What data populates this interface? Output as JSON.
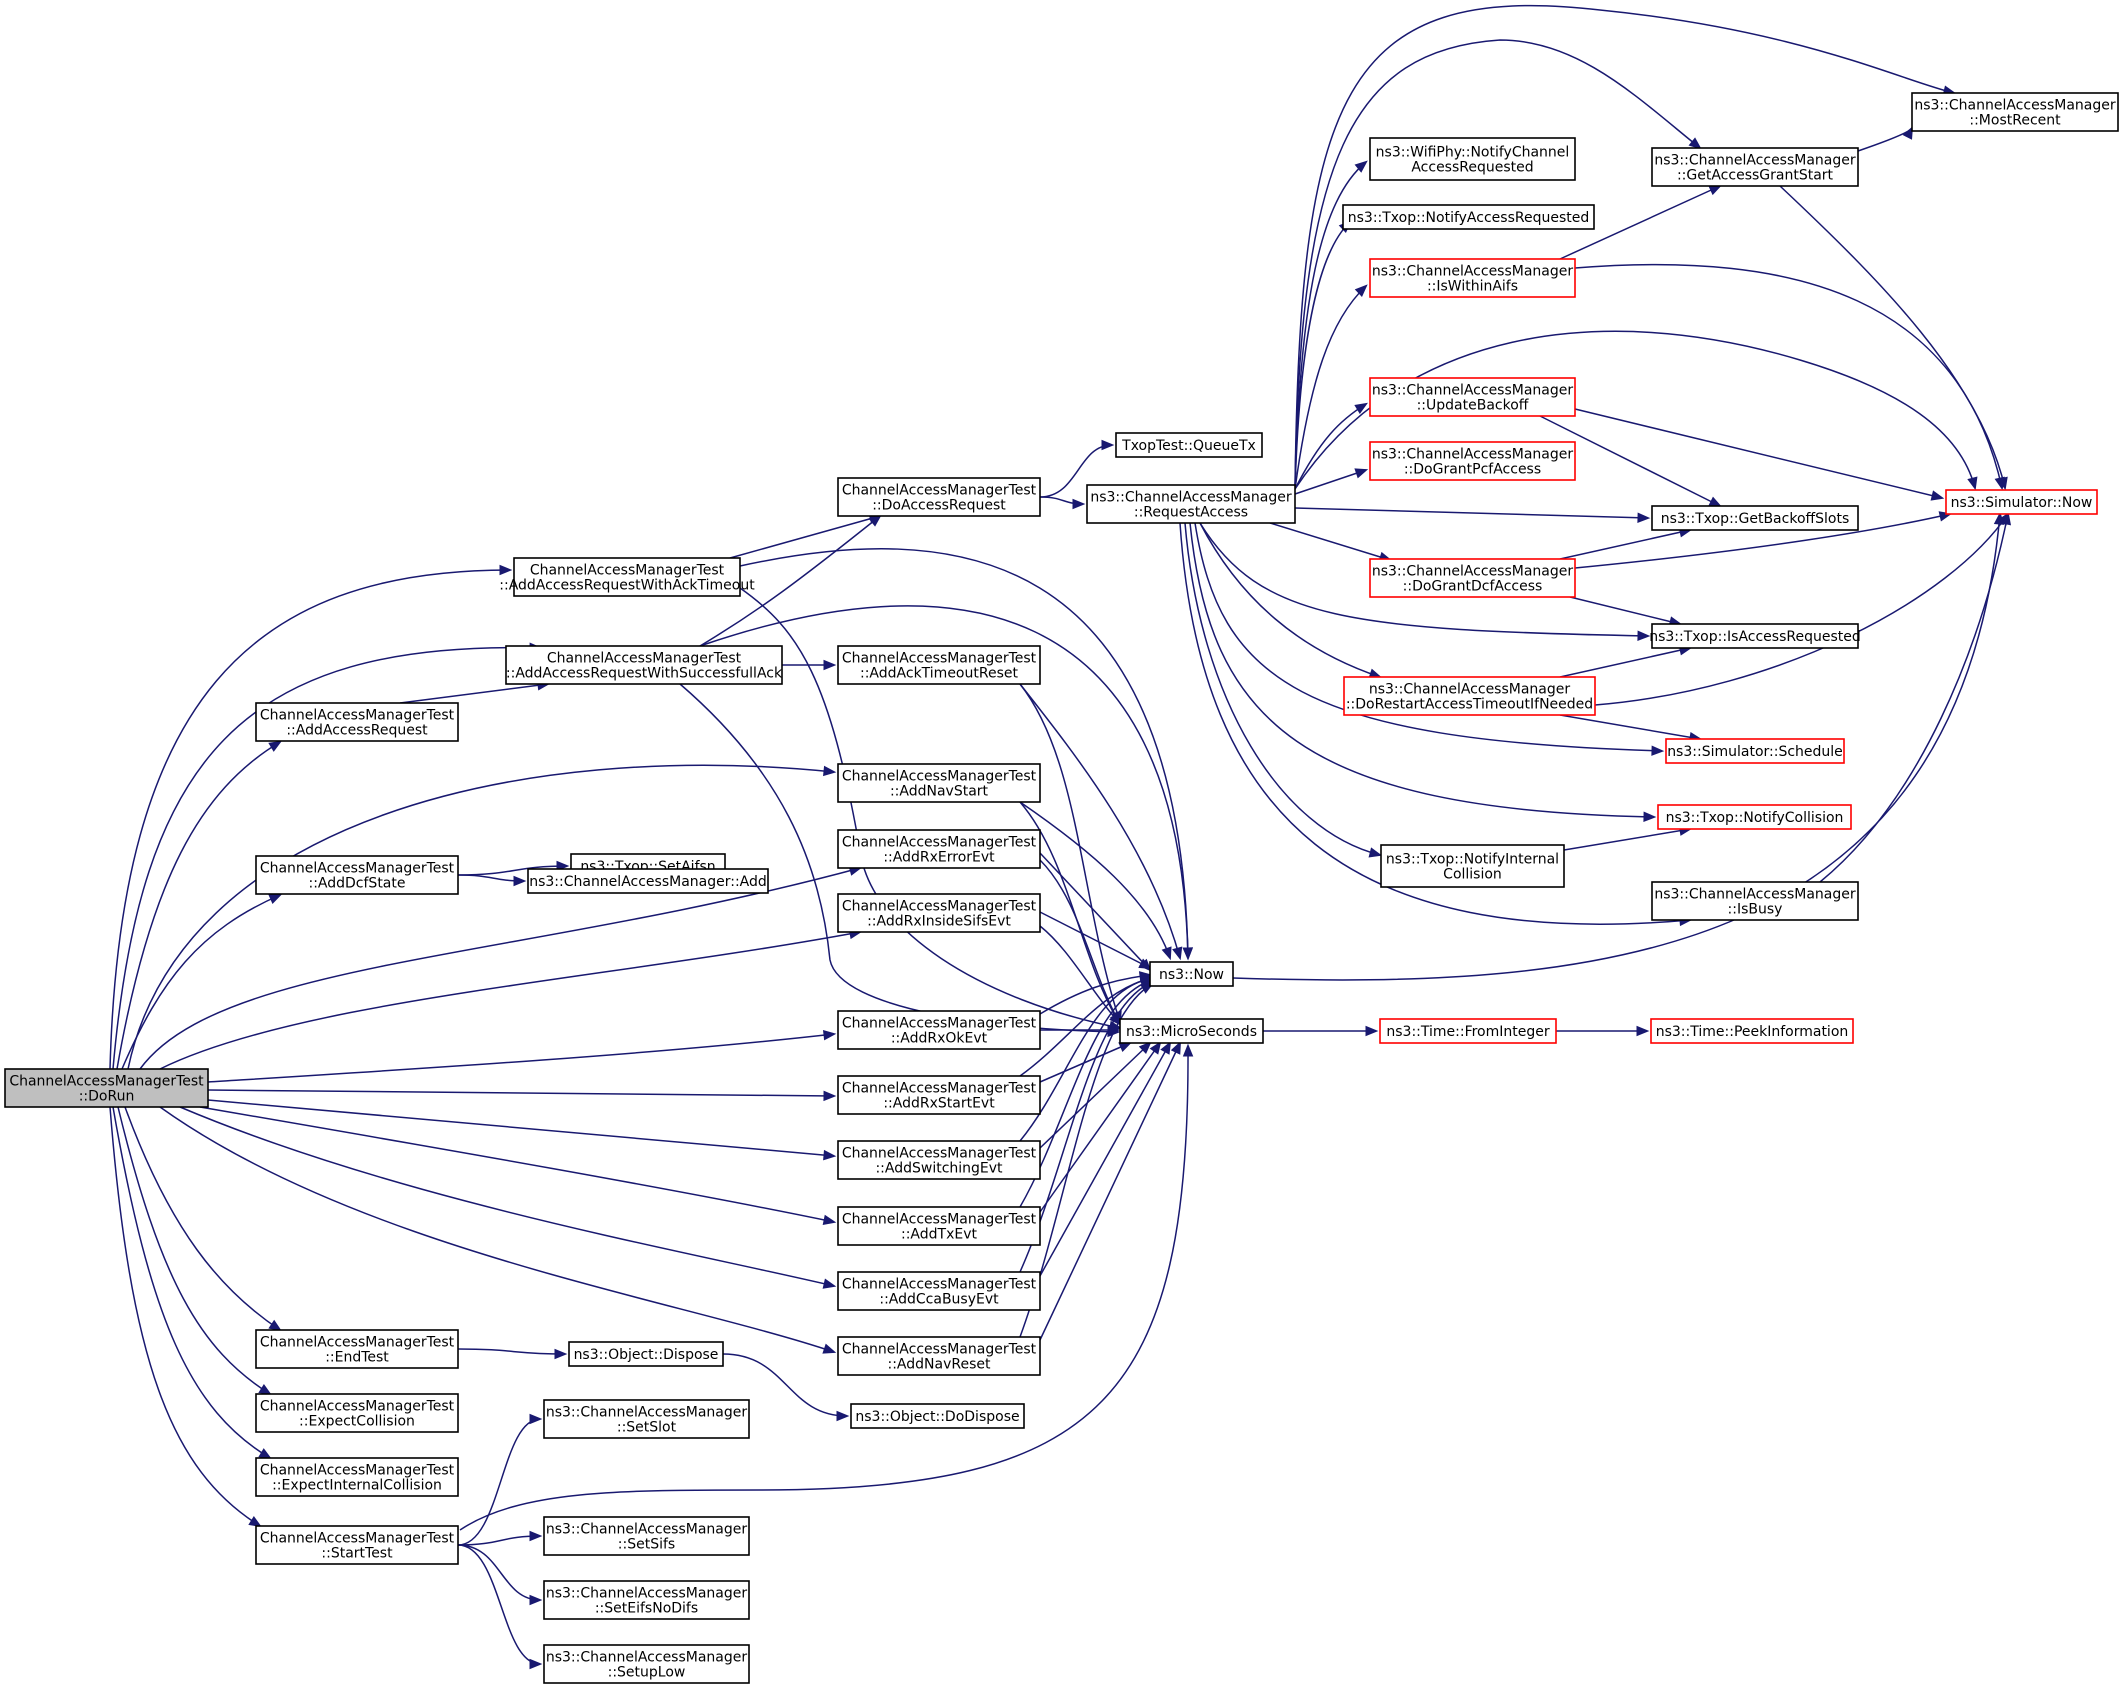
{
  "diagram": {
    "type": "call-graph",
    "edge_color": "#191970",
    "truncated_border_color": "#ff0000",
    "root_fill_color": "#bfbfbf",
    "nodes": [
      {
        "id": "dorun",
        "lines": [
          "ChannelAccessManagerTest",
          "::DoRun"
        ],
        "root": true
      },
      {
        "id": "addAccessRequestWithAckTimeout",
        "lines": [
          "ChannelAccessManagerTest",
          "::AddAccessRequestWithAckTimeout"
        ]
      },
      {
        "id": "addAccessRequestWithSuccessfullAck",
        "lines": [
          "ChannelAccessManagerTest",
          "::AddAccessRequestWithSuccessfullAck"
        ]
      },
      {
        "id": "addAccessRequest",
        "lines": [
          "ChannelAccessManagerTest",
          "::AddAccessRequest"
        ]
      },
      {
        "id": "addDcfState",
        "lines": [
          "ChannelAccessManagerTest",
          "::AddDcfState"
        ]
      },
      {
        "id": "endTest",
        "lines": [
          "ChannelAccessManagerTest",
          "::EndTest"
        ]
      },
      {
        "id": "expectCollision",
        "lines": [
          "ChannelAccessManagerTest",
          "::ExpectCollision"
        ]
      },
      {
        "id": "expectInternalCollision",
        "lines": [
          "ChannelAccessManagerTest",
          "::ExpectInternalCollision"
        ]
      },
      {
        "id": "startTest",
        "lines": [
          "ChannelAccessManagerTest",
          "::StartTest"
        ]
      },
      {
        "id": "setAifsn",
        "lines": [
          "ns3::Txop::SetAifsn"
        ]
      },
      {
        "id": "camAdd",
        "lines": [
          "ns3::ChannelAccessManager::Add"
        ]
      },
      {
        "id": "objDispose",
        "lines": [
          "ns3::Object::Dispose"
        ]
      },
      {
        "id": "objDoDispose",
        "lines": [
          "ns3::Object::DoDispose"
        ]
      },
      {
        "id": "setSlot",
        "lines": [
          "ns3::ChannelAccessManager",
          "::SetSlot"
        ]
      },
      {
        "id": "setSifs",
        "lines": [
          "ns3::ChannelAccessManager",
          "::SetSifs"
        ]
      },
      {
        "id": "setEifs",
        "lines": [
          "ns3::ChannelAccessManager",
          "::SetEifsNoDifs"
        ]
      },
      {
        "id": "setupLow",
        "lines": [
          "ns3::ChannelAccessManager",
          "::SetupLow"
        ]
      },
      {
        "id": "doAccessRequest",
        "lines": [
          "ChannelAccessManagerTest",
          "::DoAccessRequest"
        ]
      },
      {
        "id": "addAckTimeoutReset",
        "lines": [
          "ChannelAccessManagerTest",
          "::AddAckTimeoutReset"
        ]
      },
      {
        "id": "addNavStart",
        "lines": [
          "ChannelAccessManagerTest",
          "::AddNavStart"
        ]
      },
      {
        "id": "addRxErrorEvt",
        "lines": [
          "ChannelAccessManagerTest",
          "::AddRxErrorEvt"
        ]
      },
      {
        "id": "addRxInsideSifsEvt",
        "lines": [
          "ChannelAccessManagerTest",
          "::AddRxInsideSifsEvt"
        ]
      },
      {
        "id": "addRxOkEvt",
        "lines": [
          "ChannelAccessManagerTest",
          "::AddRxOkEvt"
        ]
      },
      {
        "id": "addRxStartEvt",
        "lines": [
          "ChannelAccessManagerTest",
          "::AddRxStartEvt"
        ]
      },
      {
        "id": "addSwitchingEvt",
        "lines": [
          "ChannelAccessManagerTest",
          "::AddSwitchingEvt"
        ]
      },
      {
        "id": "addTxEvt",
        "lines": [
          "ChannelAccessManagerTest",
          "::AddTxEvt"
        ]
      },
      {
        "id": "addCcaBusyEvt",
        "lines": [
          "ChannelAccessManagerTest",
          "::AddCcaBusyEvt"
        ]
      },
      {
        "id": "addNavReset",
        "lines": [
          "ChannelAccessManagerTest",
          "::AddNavReset"
        ]
      },
      {
        "id": "queueTx",
        "lines": [
          "TxopTest::QueueTx"
        ]
      },
      {
        "id": "requestAccess",
        "lines": [
          "ns3::ChannelAccessManager",
          "::RequestAccess"
        ]
      },
      {
        "id": "now",
        "lines": [
          "ns3::Now"
        ]
      },
      {
        "id": "microSeconds",
        "lines": [
          "ns3::MicroSeconds"
        ]
      },
      {
        "id": "fromInteger",
        "lines": [
          "ns3::Time::FromInteger"
        ],
        "truncated": true
      },
      {
        "id": "peekInformation",
        "lines": [
          "ns3::Time::PeekInformation"
        ],
        "truncated": true
      },
      {
        "id": "notifyChannelAccessRequested",
        "lines": [
          "ns3::WifiPhy::NotifyChannel",
          "AccessRequested"
        ]
      },
      {
        "id": "notifyAccessRequested",
        "lines": [
          "ns3::Txop::NotifyAccessRequested"
        ]
      },
      {
        "id": "isWithinAifs",
        "lines": [
          "ns3::ChannelAccessManager",
          "::IsWithinAifs"
        ],
        "truncated": true
      },
      {
        "id": "updateBackoff",
        "lines": [
          "ns3::ChannelAccessManager",
          "::UpdateBackoff"
        ],
        "truncated": true
      },
      {
        "id": "doGrantPcfAccess",
        "lines": [
          "ns3::ChannelAccessManager",
          "::DoGrantPcfAccess"
        ],
        "truncated": true
      },
      {
        "id": "doGrantDcfAccess",
        "lines": [
          "ns3::ChannelAccessManager",
          "::DoGrantDcfAccess"
        ],
        "truncated": true
      },
      {
        "id": "doRestartAccessTimeout",
        "lines": [
          "ns3::ChannelAccessManager",
          "::DoRestartAccessTimeoutIfNeeded"
        ],
        "truncated": true
      },
      {
        "id": "notifyInternalCollision",
        "lines": [
          "ns3::Txop::NotifyInternal",
          "Collision"
        ]
      },
      {
        "id": "mostRecent",
        "lines": [
          "ns3::ChannelAccessManager",
          "::MostRecent"
        ]
      },
      {
        "id": "getAccessGrantStart",
        "lines": [
          "ns3::ChannelAccessManager",
          "::GetAccessGrantStart"
        ]
      },
      {
        "id": "getBackoffSlots",
        "lines": [
          "ns3::Txop::GetBackoffSlots"
        ]
      },
      {
        "id": "isAccessRequested",
        "lines": [
          "ns3::Txop::IsAccessRequested"
        ]
      },
      {
        "id": "simSchedule",
        "lines": [
          "ns3::Simulator::Schedule"
        ],
        "truncated": true
      },
      {
        "id": "notifyCollision",
        "lines": [
          "ns3::Txop::NotifyCollision"
        ],
        "truncated": true
      },
      {
        "id": "isBusy",
        "lines": [
          "ns3::ChannelAccessManager",
          "::IsBusy"
        ]
      },
      {
        "id": "simNow",
        "lines": [
          "ns3::Simulator::Now"
        ],
        "truncated": true
      }
    ],
    "edges": [
      [
        "dorun",
        "addAccessRequestWithAckTimeout"
      ],
      [
        "dorun",
        "addAccessRequestWithSuccessfullAck"
      ],
      [
        "dorun",
        "addAccessRequest"
      ],
      [
        "dorun",
        "addDcfState"
      ],
      [
        "dorun",
        "addNavStart"
      ],
      [
        "dorun",
        "addRxErrorEvt"
      ],
      [
        "dorun",
        "addRxInsideSifsEvt"
      ],
      [
        "dorun",
        "addRxOkEvt"
      ],
      [
        "dorun",
        "addRxStartEvt"
      ],
      [
        "dorun",
        "addSwitchingEvt"
      ],
      [
        "dorun",
        "addTxEvt"
      ],
      [
        "dorun",
        "addCcaBusyEvt"
      ],
      [
        "dorun",
        "addNavReset"
      ],
      [
        "dorun",
        "endTest"
      ],
      [
        "dorun",
        "expectCollision"
      ],
      [
        "dorun",
        "expectInternalCollision"
      ],
      [
        "dorun",
        "startTest"
      ],
      [
        "addAccessRequest",
        "addAccessRequestWithSuccessfullAck"
      ],
      [
        "addAccessRequestWithAckTimeout",
        "doAccessRequest"
      ],
      [
        "addAccessRequestWithAckTimeout",
        "now"
      ],
      [
        "addAccessRequestWithAckTimeout",
        "microSeconds"
      ],
      [
        "addAccessRequestWithSuccessfullAck",
        "doAccessRequest"
      ],
      [
        "addAccessRequestWithSuccessfullAck",
        "addAckTimeoutReset"
      ],
      [
        "addAccessRequestWithSuccessfullAck",
        "now"
      ],
      [
        "addAccessRequestWithSuccessfullAck",
        "microSeconds"
      ],
      [
        "addDcfState",
        "setAifsn"
      ],
      [
        "addDcfState",
        "camAdd"
      ],
      [
        "endTest",
        "objDispose"
      ],
      [
        "objDispose",
        "objDoDispose"
      ],
      [
        "startTest",
        "setSlot"
      ],
      [
        "startTest",
        "setSifs"
      ],
      [
        "startTest",
        "setEifs"
      ],
      [
        "startTest",
        "setupLow"
      ],
      [
        "startTest",
        "microSeconds"
      ],
      [
        "doAccessRequest",
        "queueTx"
      ],
      [
        "doAccessRequest",
        "requestAccess"
      ],
      [
        "addAckTimeoutReset",
        "now"
      ],
      [
        "addAckTimeoutReset",
        "microSeconds"
      ],
      [
        "addNavStart",
        "now"
      ],
      [
        "addNavStart",
        "microSeconds"
      ],
      [
        "addRxErrorEvt",
        "now"
      ],
      [
        "addRxErrorEvt",
        "microSeconds"
      ],
      [
        "addRxInsideSifsEvt",
        "now"
      ],
      [
        "addRxInsideSifsEvt",
        "microSeconds"
      ],
      [
        "addRxOkEvt",
        "now"
      ],
      [
        "addRxOkEvt",
        "microSeconds"
      ],
      [
        "addRxStartEvt",
        "now"
      ],
      [
        "addRxStartEvt",
        "microSeconds"
      ],
      [
        "addSwitchingEvt",
        "now"
      ],
      [
        "addSwitchingEvt",
        "microSeconds"
      ],
      [
        "addTxEvt",
        "now"
      ],
      [
        "addTxEvt",
        "microSeconds"
      ],
      [
        "addCcaBusyEvt",
        "now"
      ],
      [
        "addCcaBusyEvt",
        "microSeconds"
      ],
      [
        "addNavReset",
        "now"
      ],
      [
        "addNavReset",
        "microSeconds"
      ],
      [
        "now",
        "simNow"
      ],
      [
        "microSeconds",
        "fromInteger"
      ],
      [
        "fromInteger",
        "peekInformation"
      ],
      [
        "requestAccess",
        "mostRecent"
      ],
      [
        "requestAccess",
        "getAccessGrantStart"
      ],
      [
        "requestAccess",
        "notifyChannelAccessRequested"
      ],
      [
        "requestAccess",
        "notifyAccessRequested"
      ],
      [
        "requestAccess",
        "isWithinAifs"
      ],
      [
        "requestAccess",
        "simNow"
      ],
      [
        "requestAccess",
        "updateBackoff"
      ],
      [
        "requestAccess",
        "doGrantPcfAccess"
      ],
      [
        "requestAccess",
        "getBackoffSlots"
      ],
      [
        "requestAccess",
        "doGrantDcfAccess"
      ],
      [
        "requestAccess",
        "isAccessRequested"
      ],
      [
        "requestAccess",
        "doRestartAccessTimeout"
      ],
      [
        "requestAccess",
        "simSchedule"
      ],
      [
        "requestAccess",
        "notifyCollision"
      ],
      [
        "requestAccess",
        "notifyInternalCollision"
      ],
      [
        "requestAccess",
        "isBusy"
      ],
      [
        "getAccessGrantStart",
        "mostRecent"
      ],
      [
        "getAccessGrantStart",
        "simNow"
      ],
      [
        "isWithinAifs",
        "getAccessGrantStart"
      ],
      [
        "isWithinAifs",
        "simNow"
      ],
      [
        "updateBackoff",
        "getBackoffSlots"
      ],
      [
        "updateBackoff",
        "simNow"
      ],
      [
        "doGrantDcfAccess",
        "getBackoffSlots"
      ],
      [
        "doGrantDcfAccess",
        "simNow"
      ],
      [
        "doGrantDcfAccess",
        "isAccessRequested"
      ],
      [
        "doRestartAccessTimeout",
        "isAccessRequested"
      ],
      [
        "doRestartAccessTimeout",
        "simNow"
      ],
      [
        "doRestartAccessTimeout",
        "simSchedule"
      ],
      [
        "notifyInternalCollision",
        "notifyCollision"
      ],
      [
        "isBusy",
        "simNow"
      ]
    ]
  }
}
